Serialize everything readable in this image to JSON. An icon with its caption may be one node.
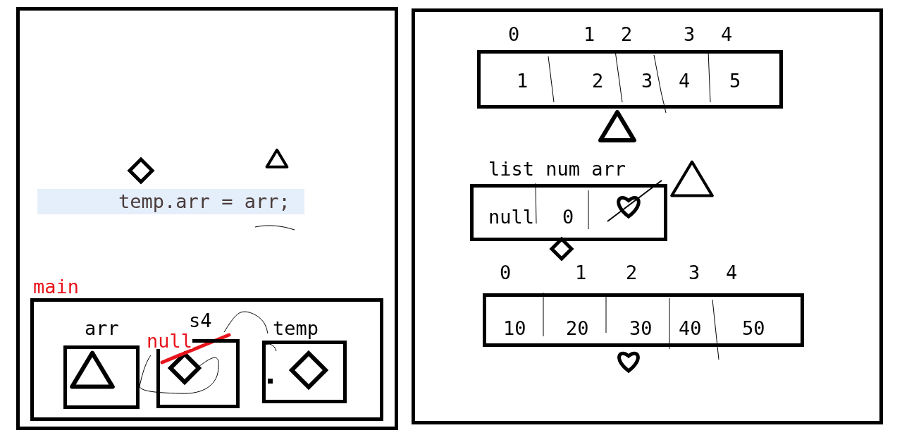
{
  "diagram": {
    "nodes": [
      {
        "text": [],
        "shape": "box"
      },
      {
        "text": [],
        "shape": "box"
      },
      {
        "text": [
          "main"
        ],
        "in": 0
      },
      {
        "text": [
          "arr"
        ],
        "in": 2
      },
      {
        "text": [
          "s4",
          "null"
        ],
        "in": 2
      },
      {
        "text": [
          "temp"
        ],
        "in": 2
      },
      {
        "text": [
          "1",
          "2",
          "3",
          "4",
          "5"
        ],
        "in": 1
      },
      {
        "text": [
          "list num arr",
          "null",
          "0"
        ],
        "in": 1
      },
      {
        "text": [
          "10",
          "20",
          "30",
          "40",
          "50"
        ],
        "in": 1
      }
    ],
    "edges": [
      {
        "from": 4,
        "to": 5,
        "arrow": "none"
      }
    ],
    "labels": [
      "temp.arr = arr;",
      "0",
      "1",
      "2",
      "3",
      "4",
      "0",
      "1",
      "2",
      "3",
      "4"
    ]
  }
}
